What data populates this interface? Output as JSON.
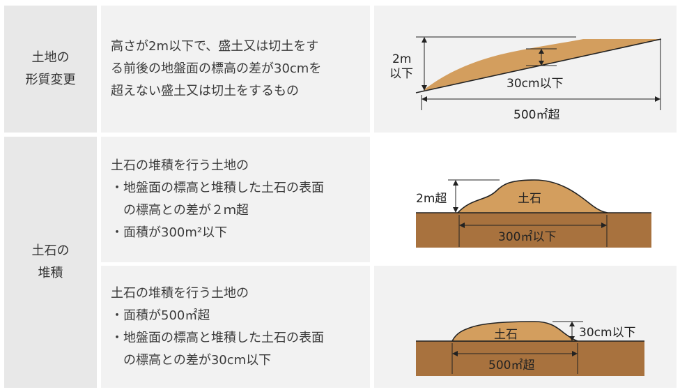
{
  "sections": {
    "keishitsu": {
      "heading": [
        "土地の",
        "形質変更"
      ],
      "description": [
        "高さが2m以下で、盛土又は切土をす",
        "る前後の地盤面の標高の差が30cmを",
        "超えない盛土又は切土をするもの"
      ],
      "figure": {
        "height_label": [
          "2m",
          "以下"
        ],
        "diff_label": "30cm以下",
        "area_label": "500㎡超"
      }
    },
    "taiseki": {
      "heading": [
        "土石の",
        "堆積"
      ],
      "row1": {
        "description": [
          "土石の堆積を行う土地の",
          "・地盤面の標高と堆積した土石の表面",
          "の標高との差が２ｍ超",
          "・面積が300m²以下"
        ],
        "figure": {
          "height_label": "2m超",
          "pile_label": "土石",
          "area_label": "300㎡以下"
        }
      },
      "row2": {
        "description": [
          "土石の堆積を行う土地の",
          "・面積が500㎡超",
          "・地盤面の標高と堆積した土石の表面",
          "の標高との差が30cm以下"
        ],
        "figure": {
          "height_label": "30cm以下",
          "pile_label": "土石",
          "area_label": "500㎡超"
        }
      }
    }
  },
  "colors": {
    "soil_light": "#d39e5e",
    "soil_ground": "#a8723e",
    "line": "#222222"
  }
}
